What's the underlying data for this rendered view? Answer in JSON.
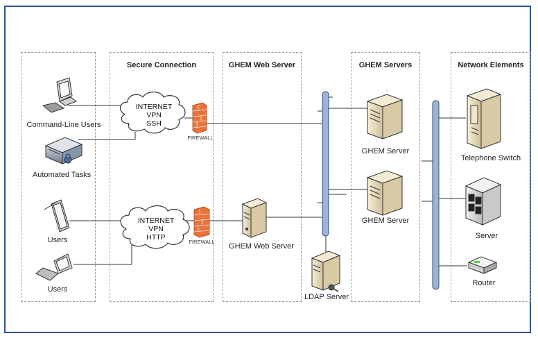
{
  "zones": {
    "users": "",
    "secure_connection": "Secure Connection",
    "ghem_web_server": "GHEM Web Server",
    "ghem_servers": "GHEM Servers",
    "network_elements": "Network Elements"
  },
  "clouds": {
    "top": {
      "line1": "INTERNET",
      "line2": "VPN",
      "line3": "SSH"
    },
    "bottom": {
      "line1": "INTERNET",
      "line2": "VPN",
      "line3": "HTTP"
    }
  },
  "firewalls": {
    "top": "FIREWALL",
    "bottom": "FIREWALL"
  },
  "nodes": {
    "cli_users": "Command-Line Users",
    "automated_tasks": "Automated Tasks",
    "tablet_users": "Users",
    "laptop_users": "Users",
    "web_server": "GHEM Web Server",
    "ldap_server": "LDAP Server",
    "ghem_server_1": "GHEM Server",
    "ghem_server_2": "GHEM Server",
    "telephone_switch": "Telephone Switch",
    "server": "Server",
    "router": "Router"
  },
  "colors": {
    "frame_border": "#2f5597",
    "bus_fill": "#9db3cf",
    "bus_stroke": "#2f4f7a",
    "server_beige": "#eadfc3",
    "firewall_orange": "#e8743b"
  }
}
